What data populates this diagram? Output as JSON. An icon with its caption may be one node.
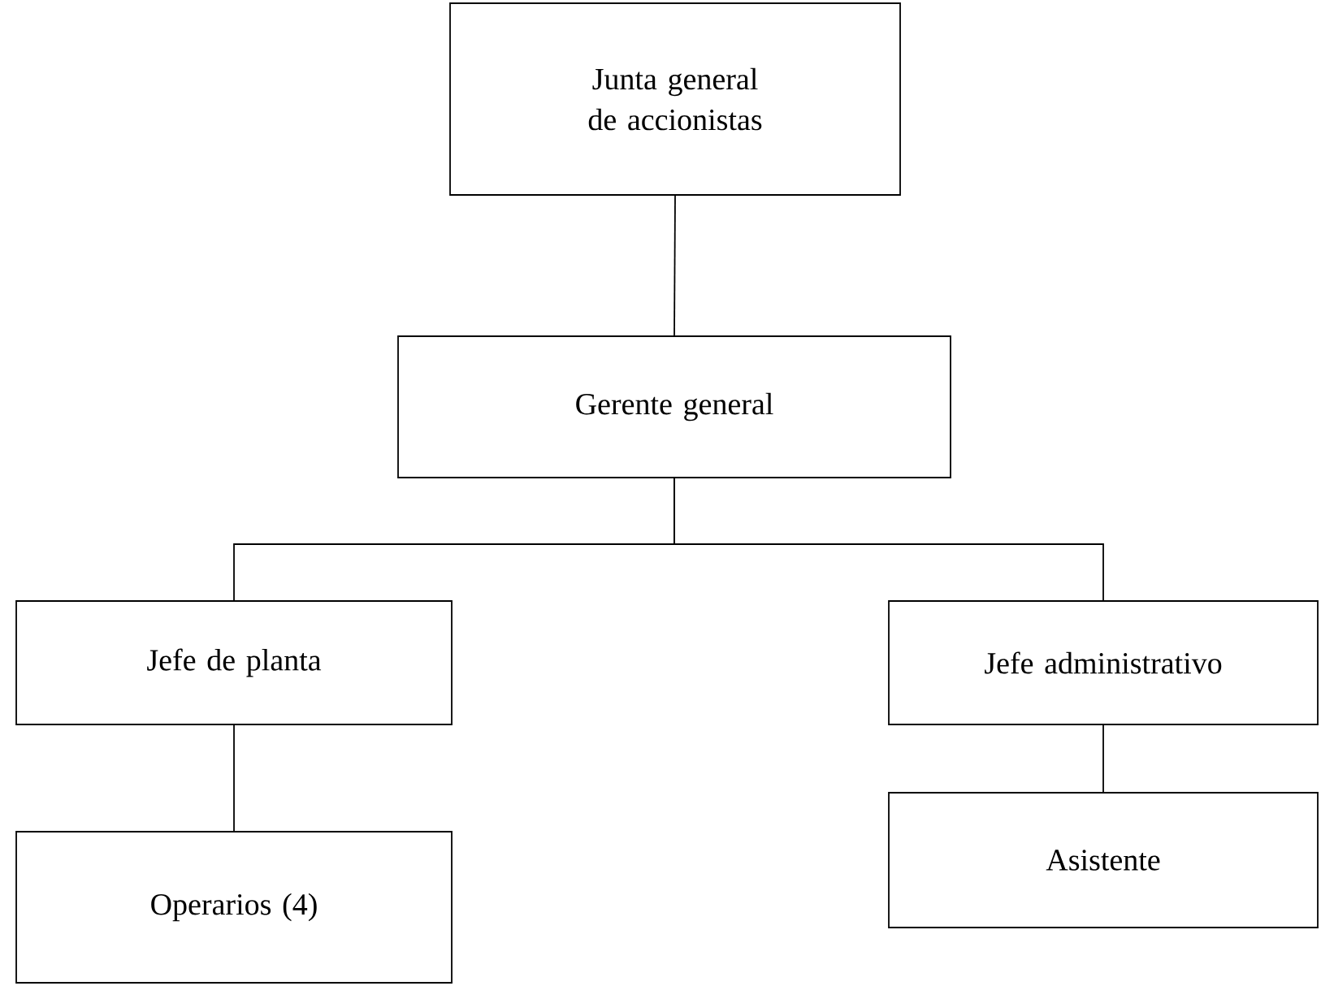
{
  "diagram": {
    "nodes": [
      {
        "text": [
          "Junta general de accionistas"
        ]
      },
      {
        "text": [
          "Gerente general"
        ]
      },
      {
        "text": [
          "Jefe de planta"
        ]
      },
      {
        "text": [
          "Jefe administrativo"
        ]
      },
      {
        "text": [
          "Asistente"
        ]
      },
      {
        "text": [
          "Operarios (4)"
        ]
      }
    ],
    "edges": [
      {
        "from": 0,
        "to": 1,
        "arrow": "none"
      },
      {
        "from": 1,
        "to": 2,
        "arrow": "none"
      },
      {
        "from": 1,
        "to": 3,
        "arrow": "none"
      },
      {
        "from": 2,
        "to": 5,
        "arrow": "none"
      },
      {
        "from": 3,
        "to": 4,
        "arrow": "none"
      }
    ]
  }
}
